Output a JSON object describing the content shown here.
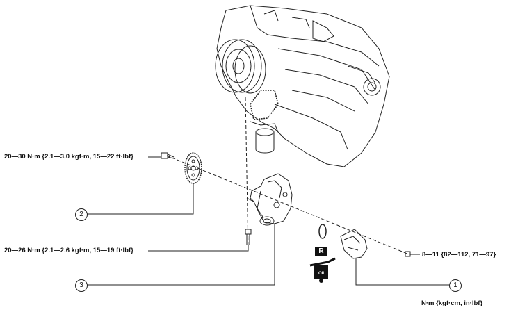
{
  "labels": {
    "torque_bolt_sprocket": "20—30 N·m {2.1—3.0 kgf·m, 15—22 ft·lbf}",
    "torque_pump_bolt": "20—26 N·m {2.1—2.6 kgf·m, 15—19 ft·lbf}",
    "torque_small_bolt": "8—11 {82—112, 71—97}",
    "units_note": "N·m {kgf·cm, in·lbf}"
  },
  "callouts": {
    "one": "1",
    "two": "2",
    "three": "3"
  },
  "symbols": {
    "replace": "R",
    "oil": "OIL"
  }
}
